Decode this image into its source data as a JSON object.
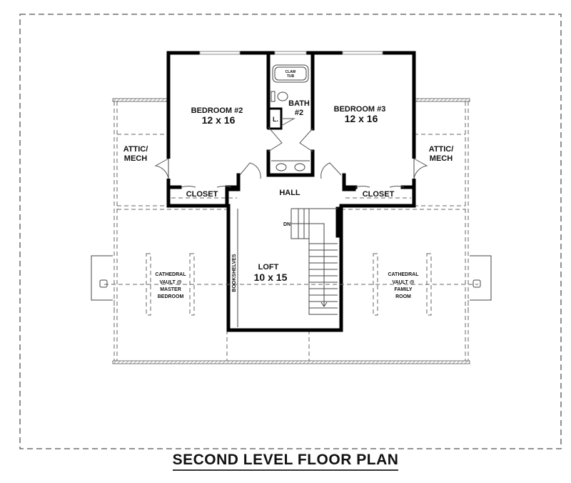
{
  "title": "SECOND LEVEL FLOOR PLAN",
  "rooms": {
    "bedroom2": {
      "name": "BEDROOM #2",
      "size": "12 x 16"
    },
    "bedroom3": {
      "name": "BEDROOM #3",
      "size": "12 x 16"
    },
    "bath2": {
      "name_line1": "BATH",
      "name_line2": "#2",
      "linen": "L.",
      "tub_line1": "CLAW",
      "tub_line2": "TUB"
    },
    "hall": {
      "name": "HALL"
    },
    "closet_left": {
      "name": "CLOSET"
    },
    "closet_right": {
      "name": "CLOSET"
    },
    "attic_left": {
      "line1": "ATTIC/",
      "line2": "MECH"
    },
    "attic_right": {
      "line1": "ATTIC/",
      "line2": "MECH"
    },
    "loft": {
      "name": "LOFT",
      "size": "10 x 15",
      "bookshelves": "BOOKSHELVES"
    },
    "stairs": {
      "label": "DN"
    },
    "vault_left": {
      "line1": "CATHEDRAL",
      "line2": "VAULT @",
      "line3": "MASTER",
      "line4": "BEDROOM"
    },
    "vault_right": {
      "line1": "CATHEDRAL",
      "line2": "VAULT @",
      "line3": "FAMILY",
      "line4": "ROOM"
    }
  }
}
